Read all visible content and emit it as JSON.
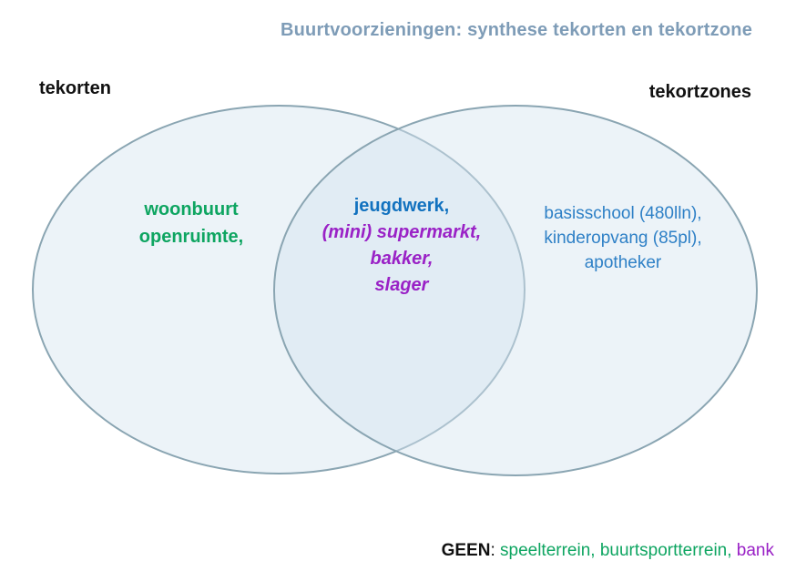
{
  "title": "Buurtvoorzieningen: synthese tekorten en tekortzone",
  "labels": {
    "left": "tekorten",
    "right": "tekortzones"
  },
  "venn": {
    "left_only": {
      "set": "tekorten",
      "lines": [
        "woonbuurt",
        "openruimte,"
      ]
    },
    "intersection": {
      "set": "tekorten en tekortzones",
      "lines": [
        {
          "text": "jeugdwerk,",
          "color": "blue",
          "italic": false
        },
        {
          "text": "(mini) supermarkt,",
          "color": "purple",
          "italic": true
        },
        {
          "text": "bakker,",
          "color": "purple",
          "italic": true
        },
        {
          "text": "slager",
          "color": "purple",
          "italic": true
        }
      ]
    },
    "right_only": {
      "set": "tekortzones",
      "lines": [
        "basisschool (480lln),",
        "kinderopvang (85pl),",
        "apotheker"
      ]
    }
  },
  "footer": {
    "prefix": "GEEN",
    "separator": ": ",
    "green_items": "speelterrein, buurtsportterrein,",
    "spacer": " ",
    "purple_item": "bank"
  },
  "colors": {
    "title": "#7e9cb7",
    "black": "#111111",
    "green": "#0ea561",
    "blue": "#1272bf",
    "purple": "#9a22c6",
    "lightblue": "#2e80c6",
    "ellipse_stroke": "#8aa5b2",
    "ellipse_fill": "rgba(213,229,239,0.45)"
  }
}
